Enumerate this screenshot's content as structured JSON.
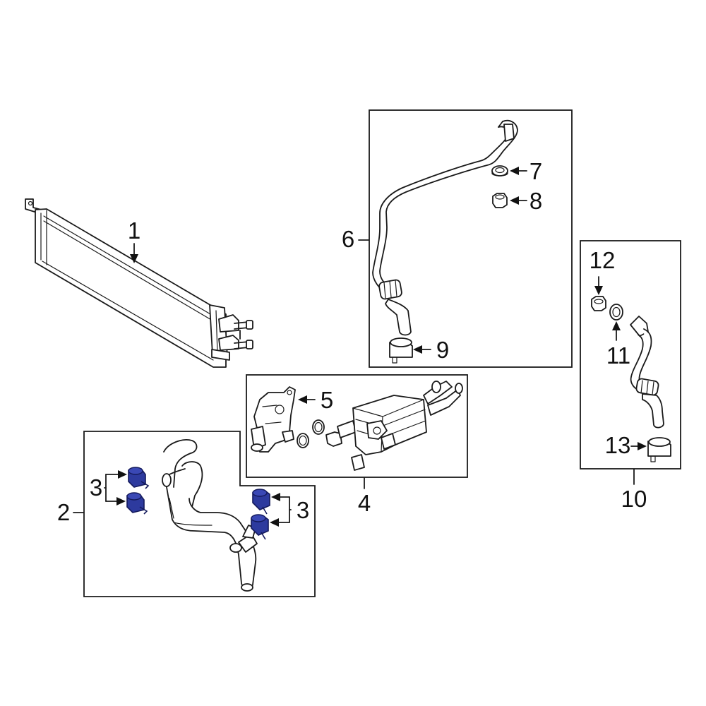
{
  "diagram": {
    "callouts": {
      "c1": "1",
      "c2": "2",
      "c3a": "3",
      "c3b": "3",
      "c4": "4",
      "c5": "5",
      "c6": "6",
      "c7": "7",
      "c8": "8",
      "c9": "9",
      "c10": "10",
      "c11": "11",
      "c12": "12",
      "c13": "13"
    },
    "colors": {
      "line": "#1a1a1a",
      "highlight_fill": "#2d3a9e",
      "highlight_stroke": "#141a5c",
      "background": "#ffffff"
    }
  }
}
